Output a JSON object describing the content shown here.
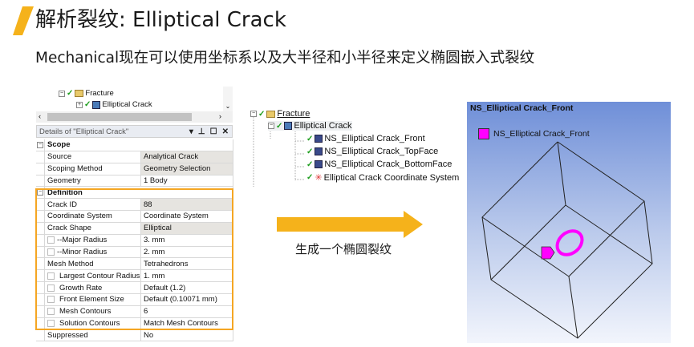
{
  "header": {
    "title": "解析裂纹: Elliptical Crack",
    "subtitle": "Mechanical现在可以使用坐标系以及大半径和小半径来定义椭圆嵌入式裂纹",
    "accent_color": "#f5a623"
  },
  "tree_top": {
    "items": [
      {
        "label": "Fracture",
        "icon": "fracture-folder-icon"
      },
      {
        "label": "Elliptical Crack",
        "icon": "crack-icon"
      }
    ]
  },
  "details": {
    "title": "Details of \"Elliptical Crack\"",
    "controls": [
      "▾",
      "⊥",
      "☐",
      "✕"
    ],
    "sections": [
      {
        "name": "Scope",
        "rows": [
          {
            "key": "Source",
            "value": "Analytical Crack"
          },
          {
            "key": "Scoping Method",
            "value": "Geometry Selection"
          },
          {
            "key": "Geometry",
            "value": "1 Body"
          }
        ]
      },
      {
        "name": "Definition",
        "rows": [
          {
            "key": "Crack ID",
            "value": "88"
          },
          {
            "key": "Coordinate System",
            "value": "Coordinate System"
          },
          {
            "key": "Crack Shape",
            "value": "Elliptical"
          },
          {
            "key": "--Major Radius",
            "value": "3. mm"
          },
          {
            "key": "--Minor Radius",
            "value": "2. mm"
          },
          {
            "key": "Mesh Method",
            "value": "Tetrahedrons"
          },
          {
            "key": "Largest Contour Radius",
            "value": "1. mm"
          },
          {
            "key": "Growth Rate",
            "value": "Default (1.2)"
          },
          {
            "key": "Front Element Size",
            "value": "Default (0.10071 mm)"
          },
          {
            "key": "Mesh Contours",
            "value": "6"
          },
          {
            "key": "Solution Contours",
            "value": "Match Mesh Contours"
          },
          {
            "key": "Suppressed",
            "value": "No"
          }
        ]
      }
    ]
  },
  "tree_result": {
    "items": [
      {
        "label": "Fracture",
        "icon": "fracture-folder-icon"
      },
      {
        "label": "Elliptical Crack",
        "icon": "crack-icon"
      },
      {
        "label": "NS_Elliptical Crack_Front",
        "icon": "named-selection-icon"
      },
      {
        "label": "NS_Elliptical Crack_TopFace",
        "icon": "named-selection-icon"
      },
      {
        "label": "NS_Elliptical Crack_BottomFace",
        "icon": "named-selection-icon"
      },
      {
        "label": "Elliptical Crack Coordinate System",
        "icon": "coordinate-system-icon"
      }
    ]
  },
  "arrow": {
    "label": "生成一个椭圆裂纹"
  },
  "viewport": {
    "title": "NS_Elliptical Crack_Front",
    "legend": "NS_Elliptical Crack_Front",
    "highlight_color": "#ff00ff"
  }
}
